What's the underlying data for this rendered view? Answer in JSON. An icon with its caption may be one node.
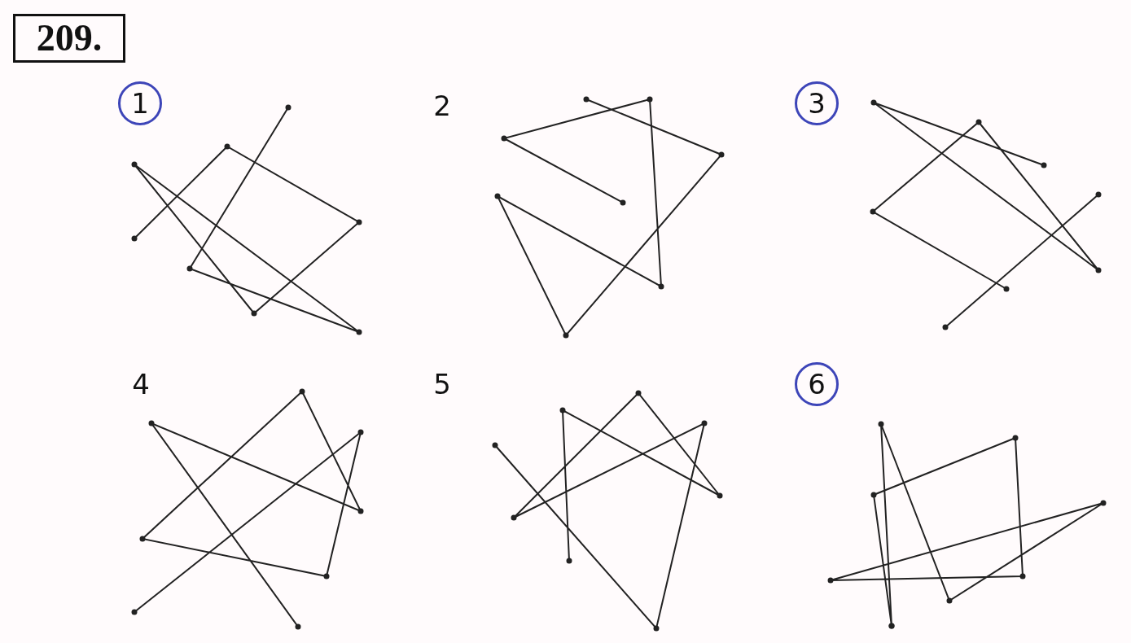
{
  "diagram": {
    "title": "209.",
    "nodes": [
      {
        "text": [
          "1"
        ]
      },
      {
        "text": [
          "3"
        ]
      },
      {
        "text": [
          "6"
        ]
      }
    ],
    "labels": [
      "2",
      "4",
      "5"
    ]
  }
}
